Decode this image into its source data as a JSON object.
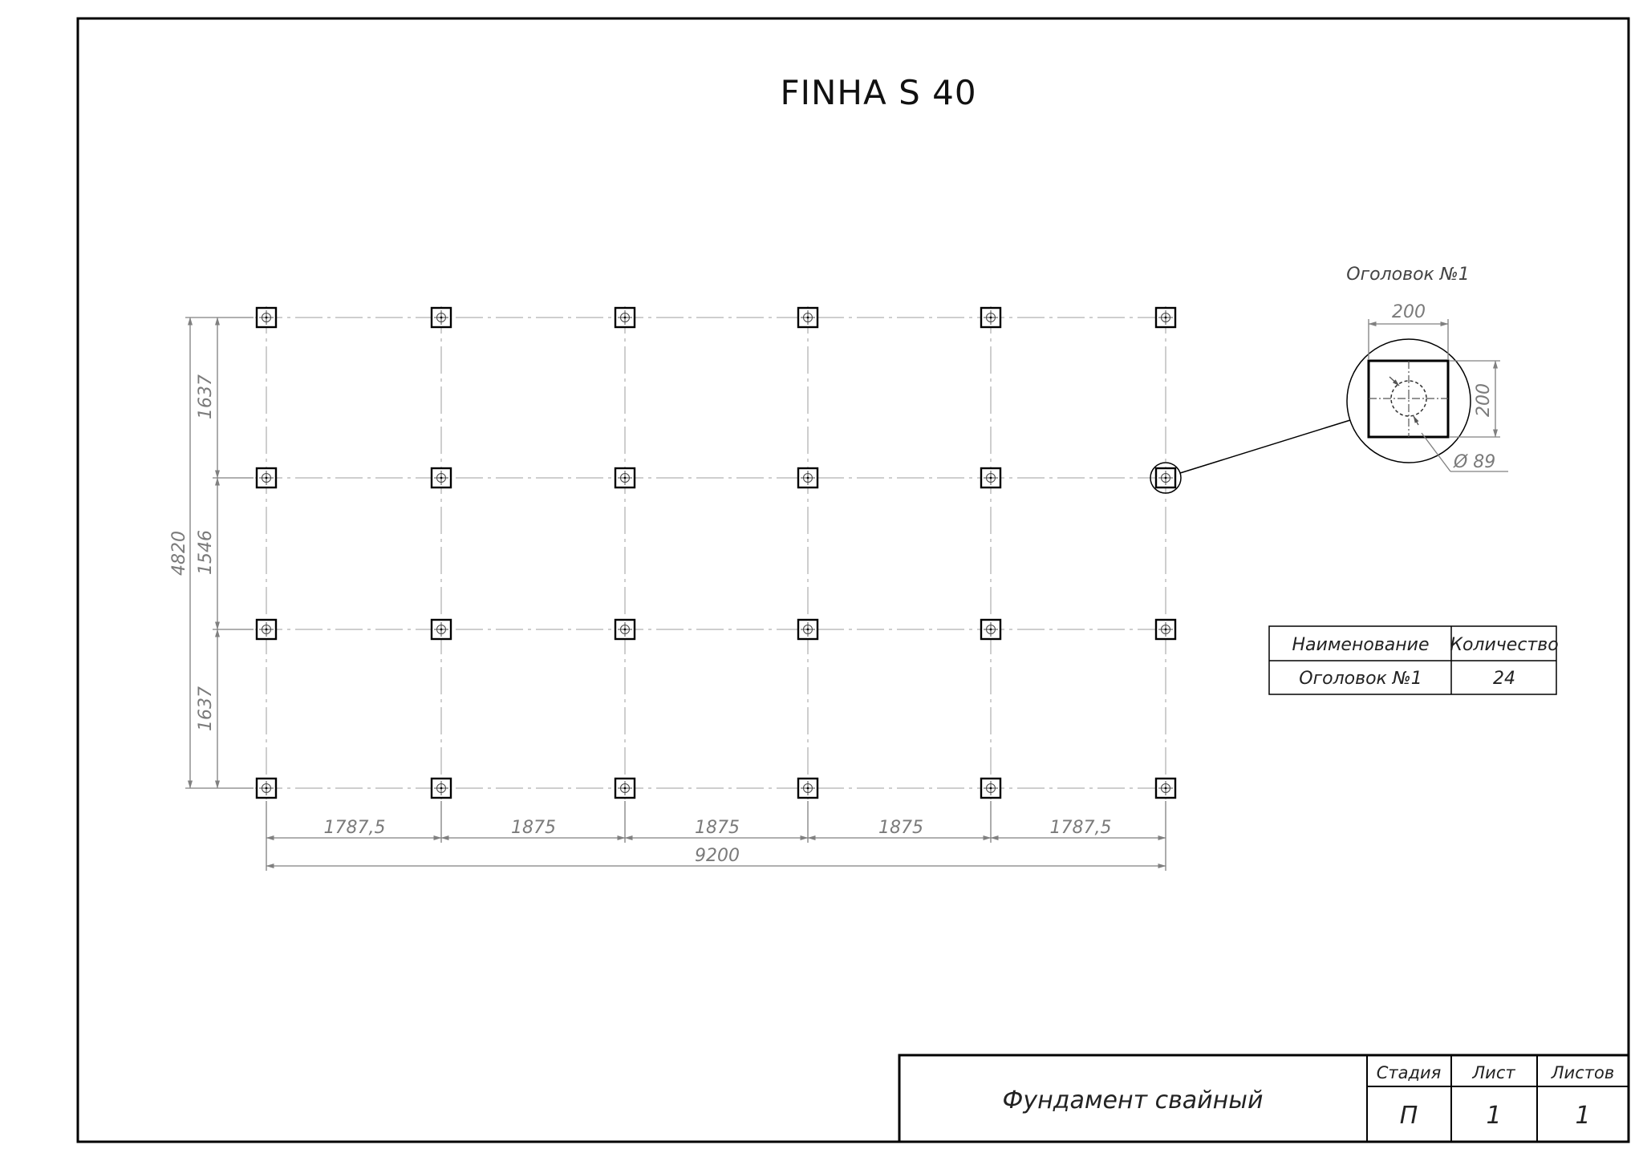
{
  "title": "FINHA S 40",
  "detail": {
    "label": "Оголовок №1",
    "width": "200",
    "height": "200",
    "diameter": "Ø 89"
  },
  "dimensions": {
    "horizontal": [
      "1787,5",
      "1875",
      "1875",
      "1875",
      "1787,5"
    ],
    "overall_width": "9200",
    "vertical": [
      "1637",
      "1546",
      "1637"
    ],
    "overall_height": "4820"
  },
  "spec_table": {
    "headers": [
      "Наименование",
      "Количество"
    ],
    "rows": [
      [
        "Оголовок №1",
        "24"
      ]
    ]
  },
  "title_block": {
    "name": "Фундамент свайный",
    "stage_header": "Стадия",
    "sheet_header": "Лист",
    "sheets_header": "Листов",
    "stage": "П",
    "sheet": "1",
    "sheets": "1"
  },
  "colors": {
    "line": "#000000",
    "dimension": "#808080",
    "axis": "#bdbdbd"
  }
}
